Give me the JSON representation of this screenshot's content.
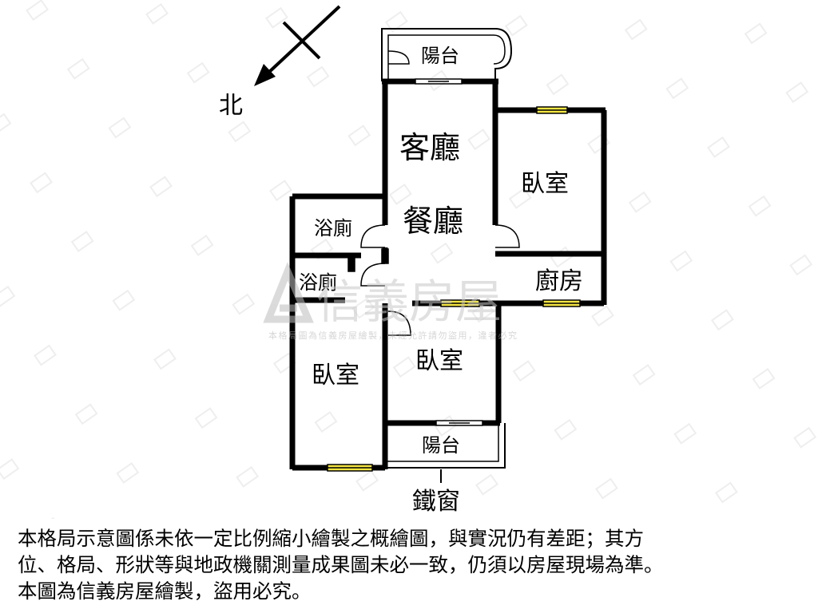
{
  "compass": {
    "label": "北"
  },
  "rooms": {
    "balcony_top": "陽台",
    "living": "客廳",
    "dining": "餐廳",
    "bedroom_east": "臥室",
    "bath_upper": "浴廁",
    "bath_lower": "浴廁",
    "kitchen": "廚房",
    "bedroom_west": "臥室",
    "bedroom_center": "臥室",
    "balcony_bottom": "陽台"
  },
  "callout": {
    "label": "鐵窗"
  },
  "watermark": {
    "brand": "信義房屋",
    "notice": "本格局圖為信義房屋繪製，未經允許請勿盜用，違者必究"
  },
  "disclaimer": {
    "line1": "本格局示意圖係未依一定比例縮小繪製之概繪圖，與實況仍有差距；其方",
    "line2": "位、格局、形狀等與地政機關測量成果圖未必一致，仍須以房屋現場為準。",
    "line3": "本圖為信義房屋繪製，盜用必究。"
  },
  "colors": {
    "wall": "#000000",
    "window": "#f5e642",
    "watermark": "#d9d9d9"
  }
}
